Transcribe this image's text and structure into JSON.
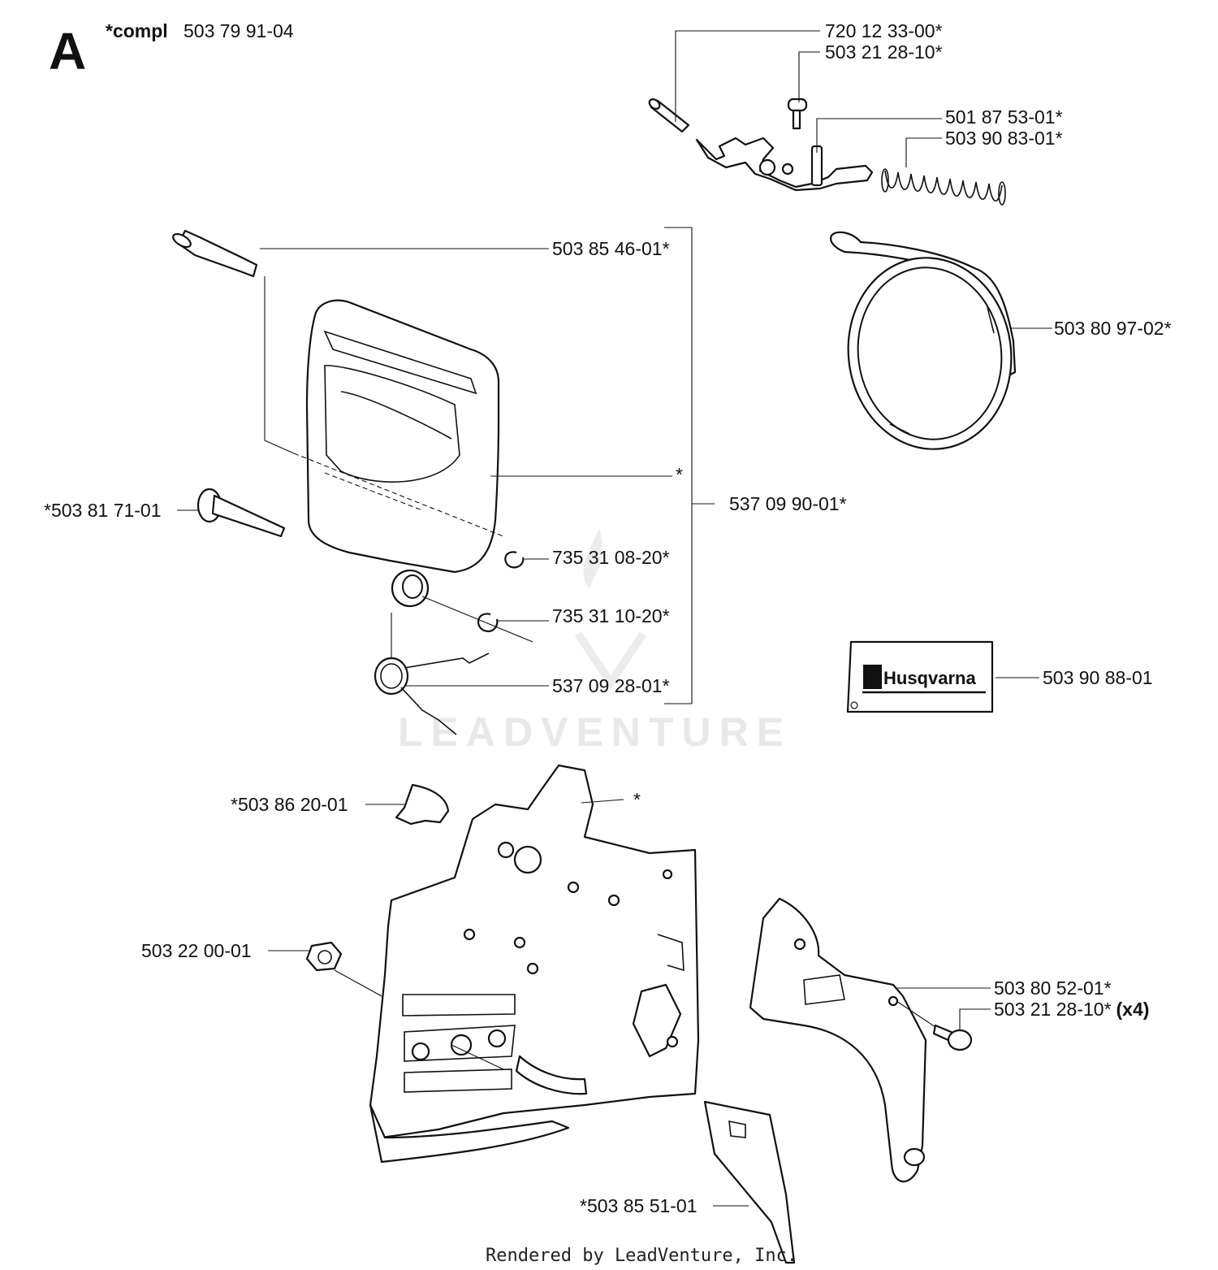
{
  "diagram": {
    "section_letter": "A",
    "assembly": {
      "prefix": "*compl",
      "number": "503 79 91-04"
    },
    "labels": {
      "pin": "720 12 33-00*",
      "screw_top": "503 21 28-10*",
      "lever": "501 87 53-01*",
      "spring": "503 90 83-01*",
      "bolt": "503 85 46-01*",
      "brake_band": "503 80 97-02*",
      "handle_star": "*",
      "brake_assembly": "537 09 90-01*",
      "shaft": "*503 81 71-01",
      "circlip_a": "735 31 08-20*",
      "circlip_b": "735 31 10-20*",
      "torsion_spring": "537 09 28-01*",
      "decal": "503 90 88-01",
      "sleeve": "*503 86 20-01",
      "cover_star": "*",
      "nut": "503 22 00-01",
      "guard_plate": "503 80 52-01*",
      "screw_x4": "503 21 28-10*",
      "screw_x4_qty": "(x4)",
      "slide_plate": "*503 85 51-01"
    },
    "decal_brand": "Husqvarna",
    "watermark": "LEADVENTURE",
    "footer": "Rendered by LeadVenture, Inc."
  }
}
